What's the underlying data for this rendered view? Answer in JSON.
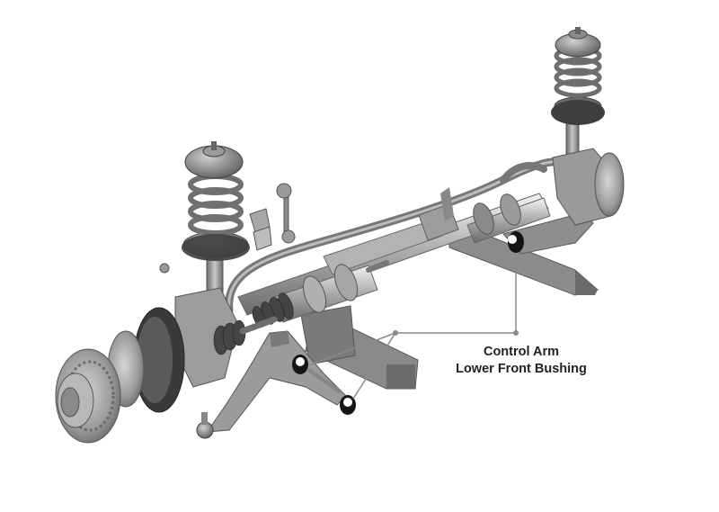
{
  "callout": {
    "line1": "Control Arm",
    "line2": "Lower Front Bushing"
  },
  "colors": {
    "background": "#ffffff",
    "metal_dark": "#5f5f5f",
    "metal_mid": "#8a8a8a",
    "metal_light": "#c6c6c6",
    "highlight": "#e4e4e4",
    "bushing": "#141414",
    "leader_line": "#8a8a8a",
    "label_text": "#222222"
  },
  "icons": [
    "leader-dot",
    "bushing-highlight"
  ]
}
